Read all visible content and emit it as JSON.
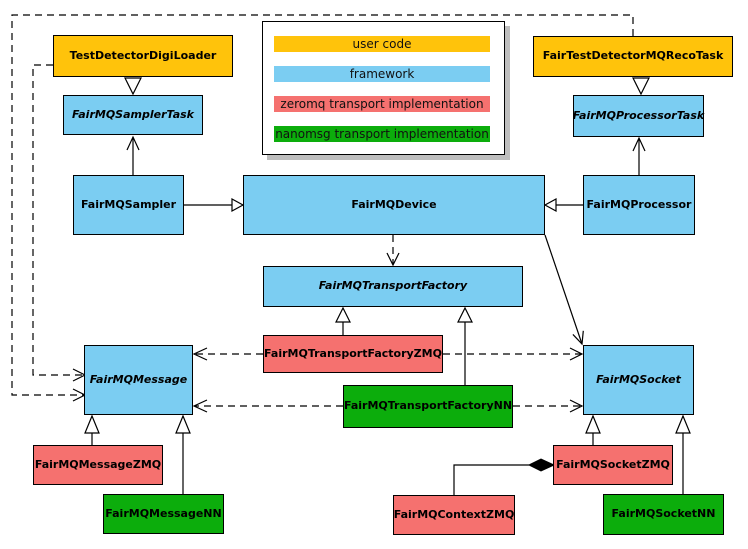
{
  "diagram": {
    "type": "uml-class-diagram",
    "legend": {
      "items": [
        {
          "label": "user code",
          "color": "#FFC30B"
        },
        {
          "label": "framework",
          "color": "#7BCDF2"
        },
        {
          "label": "zeromq transport implementation",
          "color": "#F5716F"
        },
        {
          "label": "nanomsg transport implementation",
          "color": "#0CAD0C"
        }
      ]
    },
    "nodes": {
      "test_detector_digi_loader": {
        "label": "TestDetectorDigiLoader",
        "category": "user code",
        "abstract": false
      },
      "fair_test_detector_mq_reco_task": {
        "label": "FairTestDetectorMQRecoTask",
        "category": "user code",
        "abstract": false
      },
      "fairmq_sampler_task": {
        "label": "FairMQSamplerTask",
        "category": "framework",
        "abstract": true
      },
      "fairmq_processor_task": {
        "label": "FairMQProcessorTask",
        "category": "framework",
        "abstract": true
      },
      "fairmq_sampler": {
        "label": "FairMQSampler",
        "category": "framework",
        "abstract": false
      },
      "fairmq_device": {
        "label": "FairMQDevice",
        "category": "framework",
        "abstract": false
      },
      "fairmq_processor": {
        "label": "FairMQProcessor",
        "category": "framework",
        "abstract": false
      },
      "fairmq_transport_factory": {
        "label": "FairMQTransportFactory",
        "category": "framework",
        "abstract": true
      },
      "fairmq_transport_factory_zmq": {
        "label": "FairMQTransportFactoryZMQ",
        "category": "zeromq",
        "abstract": false
      },
      "fairmq_transport_factory_nn": {
        "label": "FairMQTransportFactoryNN",
        "category": "nanomsg",
        "abstract": false
      },
      "fairmq_message": {
        "label": "FairMQMessage",
        "category": "framework",
        "abstract": true
      },
      "fairmq_socket": {
        "label": "FairMQSocket",
        "category": "framework",
        "abstract": true
      },
      "fairmq_message_zmq": {
        "label": "FairMQMessageZMQ",
        "category": "zeromq",
        "abstract": false
      },
      "fairmq_message_nn": {
        "label": "FairMQMessageNN",
        "category": "nanomsg",
        "abstract": false
      },
      "fairmq_socket_zmq": {
        "label": "FairMQSocketZMQ",
        "category": "zeromq",
        "abstract": false
      },
      "fairmq_socket_nn": {
        "label": "FairMQSocketNN",
        "category": "nanomsg",
        "abstract": false
      },
      "fairmq_context_zmq": {
        "label": "FairMQContextZMQ",
        "category": "zeromq",
        "abstract": false
      }
    },
    "edges": [
      {
        "from": "TestDetectorDigiLoader",
        "to": "FairMQSamplerTask",
        "type": "inheritance",
        "marker": "hollow-triangle",
        "style": "solid"
      },
      {
        "from": "FairTestDetectorMQRecoTask",
        "to": "FairMQProcessorTask",
        "type": "inheritance",
        "marker": "hollow-triangle",
        "style": "solid"
      },
      {
        "from": "FairMQSampler",
        "to": "FairMQDevice",
        "type": "inheritance",
        "marker": "hollow-triangle",
        "style": "solid"
      },
      {
        "from": "FairMQProcessor",
        "to": "FairMQDevice",
        "type": "inheritance",
        "marker": "hollow-triangle",
        "style": "solid"
      },
      {
        "from": "FairMQSampler",
        "to": "FairMQSamplerTask",
        "type": "association",
        "marker": "open-arrow",
        "style": "solid"
      },
      {
        "from": "FairMQProcessor",
        "to": "FairMQProcessorTask",
        "type": "association",
        "marker": "open-arrow",
        "style": "solid"
      },
      {
        "from": "FairMQDevice",
        "to": "FairMQTransportFactory",
        "type": "dependency",
        "marker": "open-arrow",
        "style": "dashed"
      },
      {
        "from": "FairMQDevice",
        "to": "FairMQSocket",
        "type": "association",
        "marker": "open-arrow",
        "style": "solid"
      },
      {
        "from": "FairMQTransportFactoryZMQ",
        "to": "FairMQTransportFactory",
        "type": "inheritance",
        "marker": "hollow-triangle",
        "style": "solid"
      },
      {
        "from": "FairMQTransportFactoryNN",
        "to": "FairMQTransportFactory",
        "type": "inheritance",
        "marker": "hollow-triangle",
        "style": "solid"
      },
      {
        "from": "FairMQTransportFactoryZMQ",
        "to": "FairMQMessage",
        "type": "dependency",
        "marker": "open-arrow",
        "style": "dashed"
      },
      {
        "from": "FairMQTransportFactoryZMQ",
        "to": "FairMQSocket",
        "type": "dependency",
        "marker": "open-arrow",
        "style": "dashed"
      },
      {
        "from": "FairMQTransportFactoryNN",
        "to": "FairMQMessage",
        "type": "dependency",
        "marker": "open-arrow",
        "style": "dashed"
      },
      {
        "from": "FairMQTransportFactoryNN",
        "to": "FairMQSocket",
        "type": "dependency",
        "marker": "open-arrow",
        "style": "dashed"
      },
      {
        "from": "TestDetectorDigiLoader",
        "to": "FairMQMessage",
        "type": "dependency",
        "marker": "open-arrow",
        "style": "dashed"
      },
      {
        "from": "FairTestDetectorMQRecoTask",
        "to": "FairMQMessage",
        "type": "dependency",
        "marker": "open-arrow",
        "style": "dashed"
      },
      {
        "from": "FairMQMessageZMQ",
        "to": "FairMQMessage",
        "type": "inheritance",
        "marker": "hollow-triangle",
        "style": "solid"
      },
      {
        "from": "FairMQMessageNN",
        "to": "FairMQMessage",
        "type": "inheritance",
        "marker": "hollow-triangle",
        "style": "solid"
      },
      {
        "from": "FairMQSocketZMQ",
        "to": "FairMQSocket",
        "type": "inheritance",
        "marker": "hollow-triangle",
        "style": "solid"
      },
      {
        "from": "FairMQSocketNN",
        "to": "FairMQSocket",
        "type": "inheritance",
        "marker": "hollow-triangle",
        "style": "solid"
      },
      {
        "from": "FairMQContextZMQ",
        "to": "FairMQSocketZMQ",
        "type": "composition",
        "marker": "filled-diamond",
        "style": "solid"
      }
    ],
    "colors": {
      "user_code": "#FFC30B",
      "framework": "#7BCDF2",
      "zeromq": "#F5716F",
      "nanomsg": "#0CAD0C",
      "border": "#000000",
      "background": "#FFFFFF",
      "legend_shadow": "#BEBEBE"
    }
  }
}
